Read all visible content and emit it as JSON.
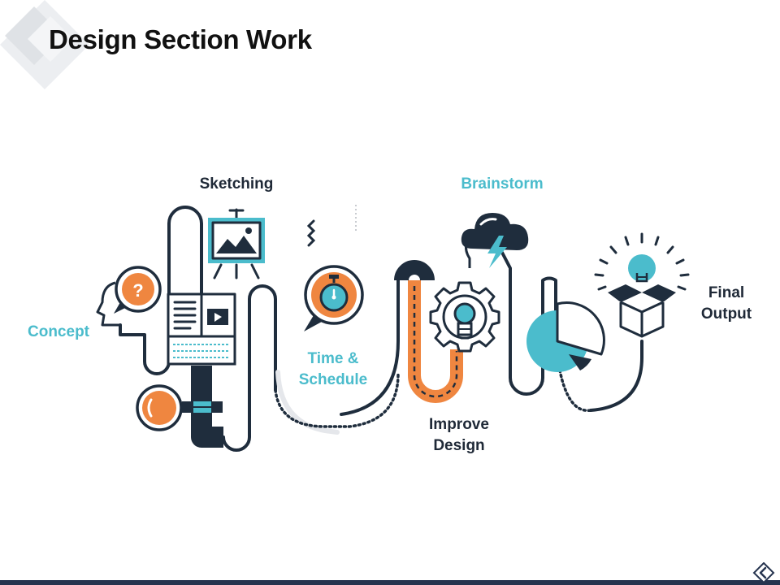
{
  "slide": {
    "title": "Design Section Work"
  },
  "steps": {
    "concept": "Concept",
    "sketching": "Sketching",
    "time_schedule_line1": "Time &",
    "time_schedule_line2": "Schedule",
    "improve_design_line1": "Improve",
    "improve_design_line2": "Design",
    "brainstorm": "Brainstorm",
    "final_output_line1": "Final",
    "final_output_line2": "Output"
  },
  "icons": {
    "question": "?",
    "colors": {
      "navy": "#1f2d3d",
      "teal": "#4bbccc",
      "orange": "#ef8640",
      "gray": "#e5e7eb",
      "bar": "#26344f"
    }
  }
}
